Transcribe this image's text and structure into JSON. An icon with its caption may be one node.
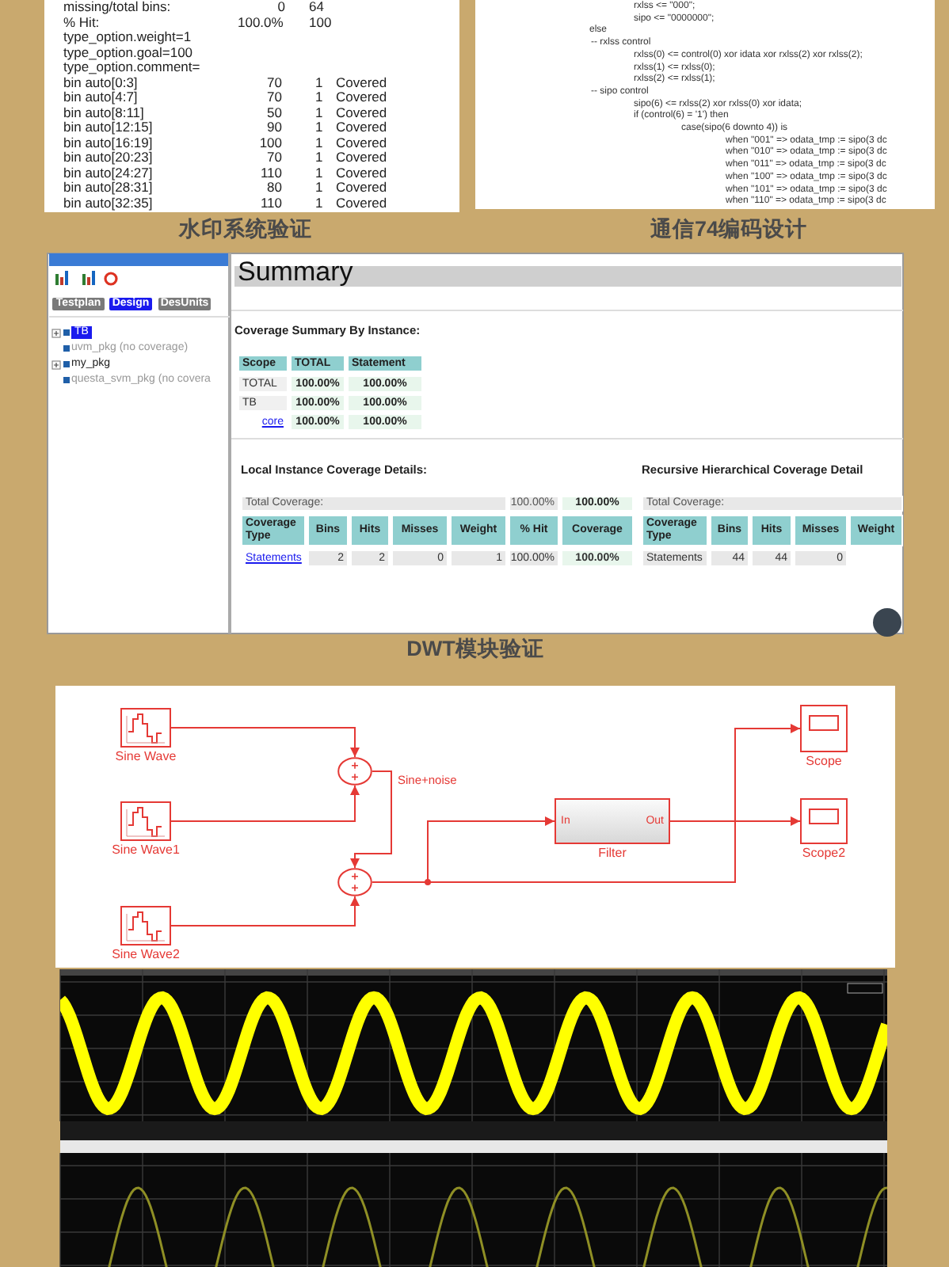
{
  "diagram": {
    "nodes": [
      {
        "text": [],
        "shape": "box",
        "beside": [
          "Sine Wave"
        ]
      },
      {
        "text": [],
        "shape": "box",
        "beside": [
          "Sine Wave1"
        ]
      },
      {
        "text": [],
        "shape": "box",
        "beside": [
          "Sine Wave2"
        ]
      },
      {
        "text": [],
        "shape": "circle"
      },
      {
        "text": [],
        "shape": "circle"
      },
      {
        "text": [
          "In",
          "Out"
        ],
        "beside": [
          "Filter"
        ]
      },
      {
        "text": [],
        "shape": "box",
        "beside": [
          "Scope"
        ]
      },
      {
        "text": [],
        "shape": "box",
        "beside": [
          "Scope2"
        ]
      }
    ],
    "edges": [
      {
        "from": 0,
        "to": 3,
        "arrow": "to"
      },
      {
        "from": 1,
        "to": 3,
        "arrow": "to"
      },
      {
        "from": 3,
        "to": 4,
        "arrow": "to",
        "label": "Sine+noise"
      },
      {
        "from": 2,
        "to": 4,
        "arrow": "to"
      },
      {
        "from": 4,
        "to": 5,
        "arrow": "to"
      },
      {
        "from": 4,
        "to": 6,
        "arrow": "to"
      },
      {
        "from": 5,
        "to": 7,
        "arrow": "to"
      }
    ],
    "labels": [
      "missing/total bins:",
      "0",
      "64",
      "% Hit:",
      "100.0%",
      "100",
      "type_option.weight=1",
      "type_option.goal=100",
      "type_option.comment=",
      "bin auto[0:3]",
      "70",
      "1",
      "Covered",
      "bin auto[4:7]",
      "70",
      "1",
      "Covered",
      "bin auto[8:11]",
      "50",
      "1",
      "Covered",
      "bin auto[12:15]",
      "90",
      "1",
      "Covered",
      "bin auto[16:19]",
      "100",
      "1",
      "Covered",
      "bin auto[20:23]",
      "70",
      "1",
      "Covered",
      "bin auto[24:27]",
      "110",
      "1",
      "Covered",
      "bin auto[28:31]",
      "80",
      "1",
      "Covered",
      "bin auto[32:35]",
      "110",
      "1",
      "Covered",
      "rxlss <= \"000\";",
      "sipo <= \"0000000\";",
      "else",
      "-- rxlss control",
      "rxlss(0) <= control(0) xor idata xor rxlss(2) xor rxlss(2);",
      "rxlss(1) <= rxlss(0);",
      "rxlss(2) <= rxlss(1);",
      "-- sipo control",
      "sipo(6) <= rxlss(2) xor rxlss(0) xor idata;",
      "if (control(6) = '1') then",
      "case(sipo(6 downto 4)) is",
      "when \"001\" => odata_tmp := sipo(3 dc",
      "when \"010\" => odata_tmp := sipo(3 dc",
      "when \"011\" => odata_tmp := sipo(3 dc",
      "when \"100\" => odata_tmp := sipo(3 dc",
      "when \"101\" => odata_tmp := sipo(3 dc",
      "when \"110\" => odata_tmp := sipo(3 dc",
      "水印系统验证",
      "通信74编码设计",
      "Testplan",
      "Design",
      "DesUnits",
      "TB",
      "uvm_pkg (no coverage)",
      "my_pkg",
      "questa_svm_pkg (no covera",
      "Summary",
      "Coverage Summary By Instance:",
      "Scope",
      "TOTAL",
      "Statement",
      "TOTAL",
      "100.00%",
      "100.00%",
      "TB",
      "100.00%",
      "100.00%",
      "core",
      "100.00%",
      "100.00%",
      "Local Instance Coverage Details:",
      "Recursive Hierarchical Coverage Detail",
      "Total Coverage:",
      "100.00%",
      "100.00%",
      "Coverage Type",
      "Bins",
      "Hits",
      "Misses",
      "Weight",
      "% Hit",
      "Coverage",
      "Statements",
      "2",
      "2",
      "0",
      "1",
      "100.00%",
      "100.00%",
      "Total Coverage:",
      "Coverage Type",
      "Bins",
      "Hits",
      "Misses",
      "Weight",
      "Statements",
      "44",
      "44",
      "0",
      "DWT模块验证"
    ]
  }
}
